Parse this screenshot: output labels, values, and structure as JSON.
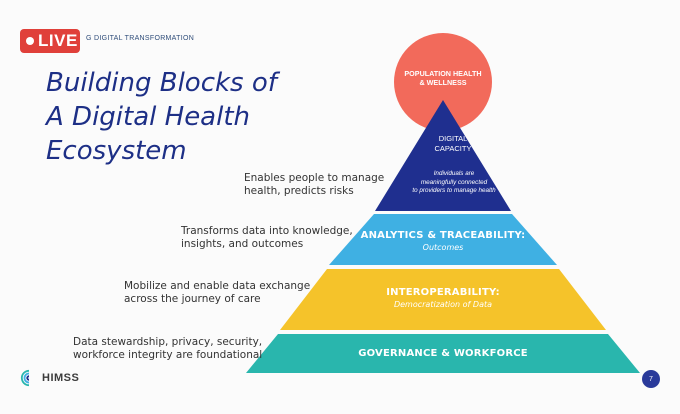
{
  "live": {
    "label": "LIVE"
  },
  "header": {
    "subtitle": "G DIGITAL TRANSFORMATION"
  },
  "title": {
    "line1": "Building Blocks of",
    "line2": "A Digital Health",
    "line3": "Ecosystem"
  },
  "labels": {
    "apex": {
      "line1": "Enables people to manage",
      "line2": "health, predicts risks"
    },
    "analytics": {
      "line1": "Transforms data into knowledge,",
      "line2": "insights, and outcomes"
    },
    "interop": {
      "line1": "Mobilize and enable data exchange",
      "line2": "across the journey of care"
    },
    "governance": {
      "line1": "Data stewardship, privacy, security,",
      "line2": "workforce integrity are foundational"
    }
  },
  "pyramid": {
    "circle": {
      "line1": "POPULATION HEALTH",
      "line2": "& WELLNESS",
      "color": "#f26a5b"
    },
    "apex": {
      "title1": "DIGITAL",
      "title2": "CAPACITY",
      "desc1": "Individuals are",
      "desc2": "meaningfully connected",
      "desc3": "to providers to manage health",
      "color": "#1f2f8f"
    },
    "analytics": {
      "title": "ANALYTICS & TRACEABILITY:",
      "sub": "Outcomes",
      "color": "#3fb0e3"
    },
    "interop": {
      "title": "INTEROPERABILITY:",
      "sub": "Democratization of Data",
      "color": "#f5c32a"
    },
    "governance": {
      "title": "GOVERNANCE & WORKFORCE",
      "color": "#29b6ad"
    }
  },
  "footer": {
    "logo": "HIMSS",
    "page": "7"
  },
  "colors": {
    "title": "#1d2f86",
    "background": "#fbfbfb"
  }
}
